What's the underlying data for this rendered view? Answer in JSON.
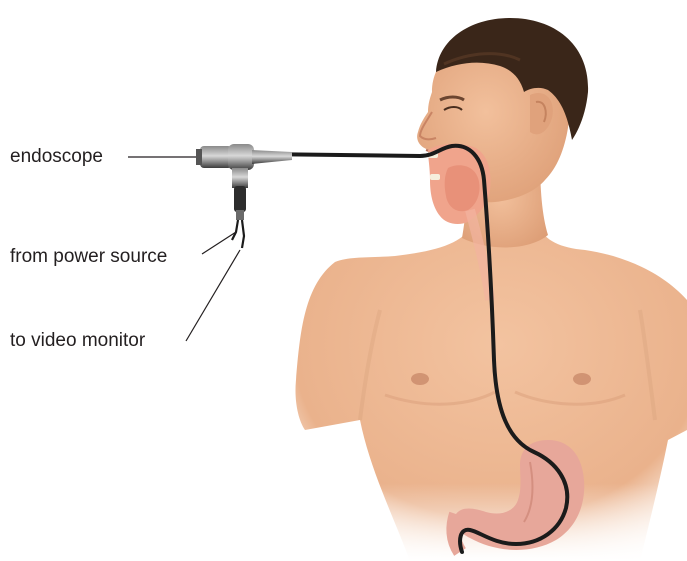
{
  "labels": {
    "endoscope": "endoscope",
    "power_source": "from power source",
    "video_monitor": "to video monitor"
  },
  "colors": {
    "skin": "#efb894",
    "skin_shadow": "#d9966e",
    "hair": "#3a2619",
    "tube": "#1b1b1b",
    "throat": "#f0a48c",
    "stomach": "#e7a79a",
    "leader_line": "#231f20"
  }
}
